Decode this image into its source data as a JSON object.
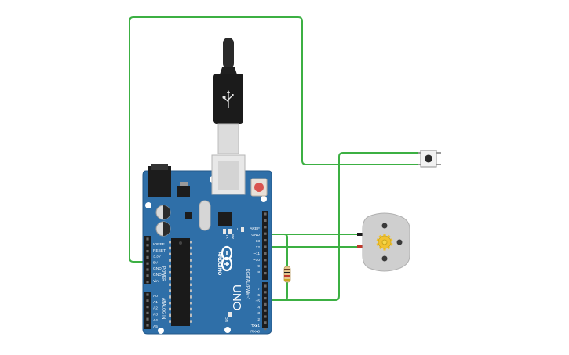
{
  "board": {
    "brand": "ARDUINO",
    "model": "UNO",
    "on_label": "ON",
    "tx_label": "TX",
    "rx_label": "RX",
    "l_label": "L",
    "power_title": "POWER",
    "analog_title": "ANALOG IN",
    "digital_title": "DIGITAL (PWM~)",
    "power_pins": [
      "IOREF",
      "RESET",
      "3.3V",
      "5V",
      "GND",
      "GND",
      "Vin"
    ],
    "analog_pins": [
      "A0",
      "A1",
      "A2",
      "A3",
      "A4",
      "A5"
    ],
    "digital_top": [
      "AREF",
      "GND",
      "13",
      "12",
      "~11",
      "~10",
      "~9",
      "8"
    ],
    "digital_bottom": [
      "7",
      "~6",
      "~5",
      "4",
      "~3",
      "2",
      "TX▸1",
      "RX◂0"
    ],
    "color": "#2f6fa8"
  },
  "components": {
    "usb_cable": "usb-cable",
    "pushbutton": "pushbutton",
    "resistor": "resistor",
    "dc_motor": "dc-motor"
  },
  "wires": {
    "color": "#3cb043"
  }
}
